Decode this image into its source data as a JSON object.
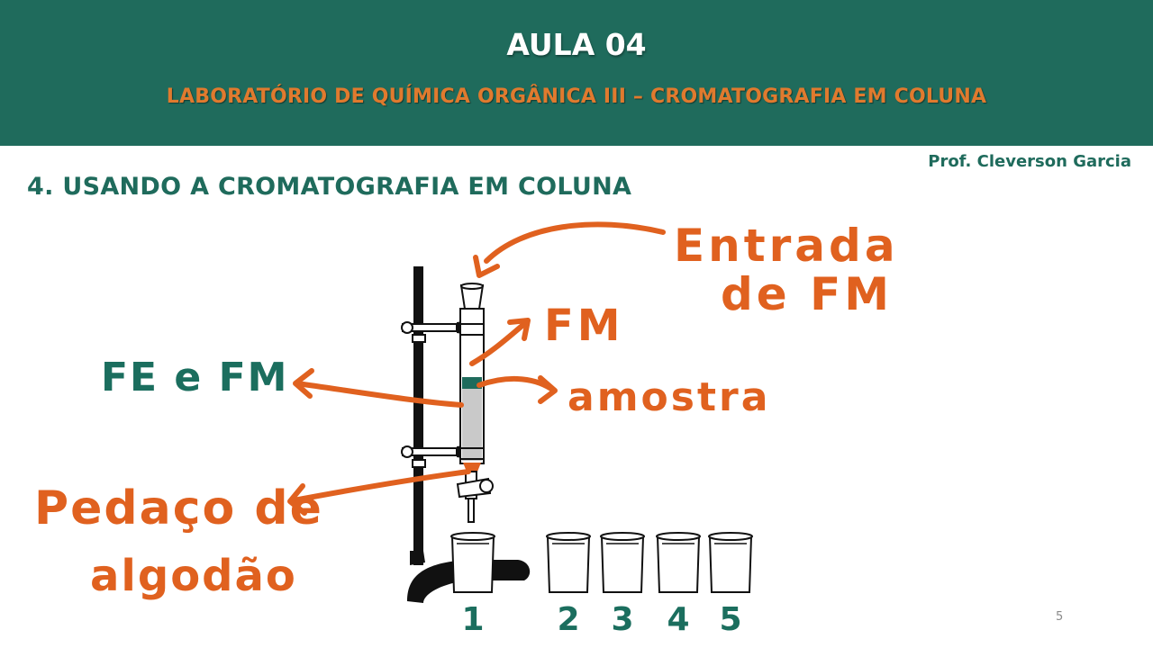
{
  "header": {
    "title": "AULA 04",
    "subtitle": "LABORATÓRIO DE QUÍMICA ORGÂNICA III – CROMATOGRAFIA EM COLUNA"
  },
  "author": "Prof. Cleverson Garcia",
  "section_title": "4. USANDO A CROMATOGRAFIA EM COLUNA",
  "annotations": {
    "entrada_line1": "Entrada",
    "entrada_line2": "de FM",
    "fm": "FM",
    "fe_fm": "FE e FM",
    "amostra": "amostra",
    "pedaco_line1": "Pedaço de",
    "pedaco_line2": "algodão"
  },
  "beakers": [
    "1",
    "2",
    "3",
    "4",
    "5"
  ],
  "page_number": "5",
  "colors": {
    "header_bg": "#1f6b5c",
    "accent_orange": "#e0611f",
    "teal_ink": "#1b6e5e"
  }
}
